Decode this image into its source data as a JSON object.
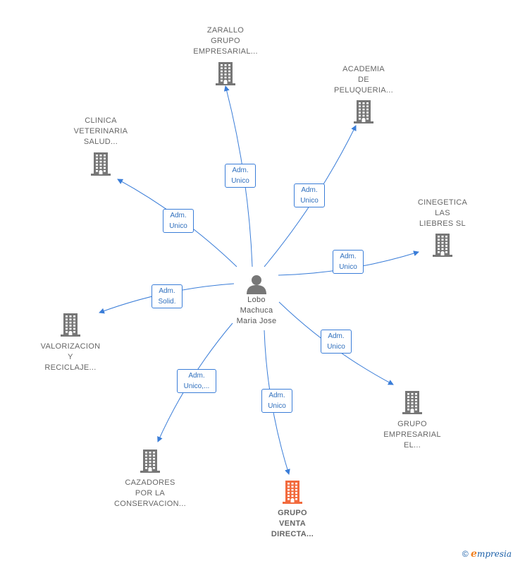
{
  "center": {
    "name_lines": [
      "Lobo",
      "Machuca",
      "Maria Jose"
    ],
    "icon": "person-icon"
  },
  "companies": [
    {
      "id": "zarallo",
      "lines": [
        "ZARALLO",
        "GRUPO",
        "EMPRESARIAL..."
      ],
      "highlight": false,
      "edge": [
        "Adm.",
        "Unico"
      ]
    },
    {
      "id": "academia",
      "lines": [
        "ACADEMIA",
        "DE",
        "PELUQUERIA..."
      ],
      "highlight": false,
      "edge": [
        "Adm.",
        "Unico"
      ]
    },
    {
      "id": "clinica",
      "lines": [
        "CLINICA",
        "VETERINARIA",
        "SALUD..."
      ],
      "highlight": false,
      "edge": [
        "Adm.",
        "Unico"
      ]
    },
    {
      "id": "cinegetica",
      "lines": [
        "CINEGETICA",
        "LAS",
        "LIEBRES  SL"
      ],
      "highlight": false,
      "edge": [
        "Adm.",
        "Unico"
      ]
    },
    {
      "id": "valorizacion",
      "lines": [
        "VALORIZACION",
        "Y",
        "RECICLAJE..."
      ],
      "highlight": false,
      "edge": [
        "Adm.",
        "Solid."
      ]
    },
    {
      "id": "grupo-empresarial",
      "lines": [
        "GRUPO",
        "EMPRESARIAL",
        "EL..."
      ],
      "highlight": false,
      "edge": [
        "Adm.",
        "Unico"
      ]
    },
    {
      "id": "cazadores",
      "lines": [
        "CAZADORES",
        "POR LA",
        "CONSERVACION..."
      ],
      "highlight": false,
      "edge": [
        "Adm.",
        "Unico,..."
      ]
    },
    {
      "id": "grupo-venta",
      "lines": [
        "GRUPO",
        "VENTA",
        "DIRECTA..."
      ],
      "highlight": true,
      "edge": [
        "Adm.",
        "Unico"
      ]
    }
  ],
  "colors": {
    "edge": "#3a7dd8",
    "building": "#777777",
    "highlight": "#f26a3d"
  },
  "footer": {
    "copyright": "©",
    "brand_e": "e",
    "brand_rest": "mpresia"
  }
}
